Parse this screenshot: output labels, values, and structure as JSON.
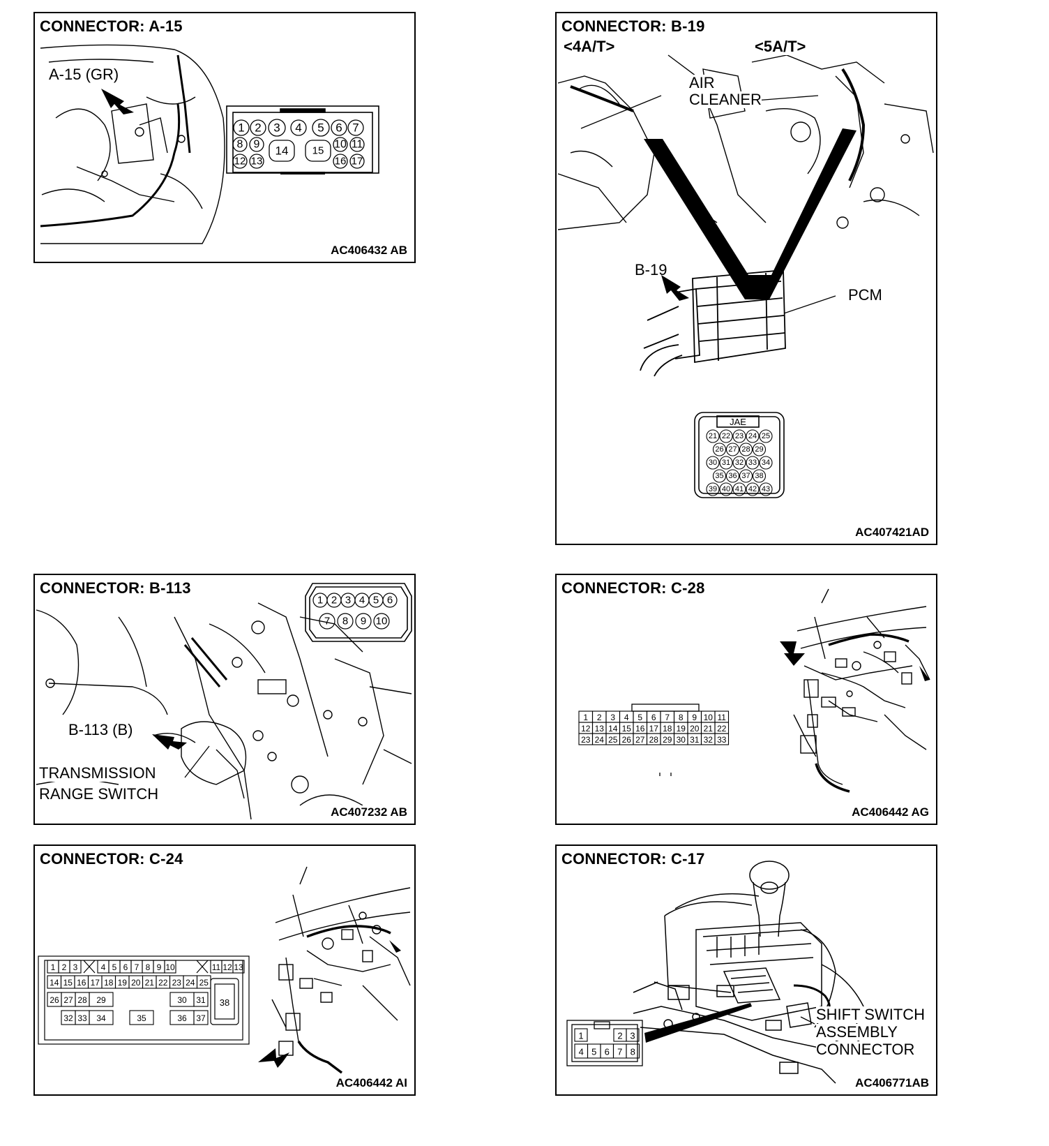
{
  "panels": {
    "a15": {
      "title": "CONNECTOR: A-15",
      "code": "AC406432 AB",
      "label": "A-15 (GR)",
      "pins_row1": [
        "1",
        "2",
        "3",
        "4",
        "5",
        "6",
        "7"
      ],
      "pins_row2": [
        "8",
        "9",
        "14",
        "15",
        "10",
        "11"
      ],
      "pins_row3": [
        "12",
        "13",
        "16",
        "17"
      ]
    },
    "b19": {
      "title": "CONNECTOR: B-19",
      "code": "AC407421AD",
      "variant_left": "<4A/T>",
      "variant_right": "<5A/T>",
      "label_air": "AIR",
      "label_cleaner": "CLEANER",
      "label_conn": "B-19",
      "label_pcm": "PCM",
      "maker": "JAE",
      "pin_rows": [
        [
          "21",
          "22",
          "23",
          "24",
          "25"
        ],
        [
          "26",
          "27",
          "28",
          "29"
        ],
        [
          "30",
          "31",
          "32",
          "33",
          "34"
        ],
        [
          "35",
          "36",
          "37",
          "38"
        ],
        [
          "39",
          "40",
          "41",
          "42",
          "43"
        ]
      ]
    },
    "b113": {
      "title": "CONNECTOR: B-113",
      "code": "AC407232 AB",
      "label_conn": "B-113 (B)",
      "label_line1": "TRANSMISSION",
      "label_line2": "RANGE SWITCH",
      "pins_row1": [
        "1",
        "2",
        "3",
        "4",
        "5",
        "6"
      ],
      "pins_row2": [
        "7",
        "8",
        "9",
        "10"
      ]
    },
    "c28": {
      "title": "CONNECTOR: C-28",
      "code": "AC406442 AG",
      "pin_rows": [
        [
          "1",
          "2",
          "3",
          "4",
          "5",
          "6",
          "7",
          "8",
          "9",
          "10",
          "11"
        ],
        [
          "12",
          "13",
          "14",
          "15",
          "16",
          "17",
          "18",
          "19",
          "20",
          "21",
          "22"
        ],
        [
          "23",
          "24",
          "25",
          "26",
          "27",
          "28",
          "29",
          "30",
          "31",
          "32",
          "33"
        ]
      ]
    },
    "c24": {
      "title": "CONNECTOR: C-24",
      "code": "AC406442 AI",
      "row1": [
        "1",
        "2",
        "3",
        "4",
        "5",
        "6",
        "7",
        "8",
        "9",
        "10",
        "11",
        "12",
        "13"
      ],
      "row2": [
        "14",
        "15",
        "16",
        "17",
        "18",
        "19",
        "20",
        "21",
        "22",
        "23",
        "24",
        "25"
      ],
      "row3": [
        "26",
        "27",
        "28",
        "29",
        "30",
        "31"
      ],
      "row4": [
        "32",
        "33",
        "34",
        "35",
        "36",
        "37"
      ],
      "big_pin": "38"
    },
    "c17": {
      "title": "CONNECTOR: C-17",
      "code": "AC406771AB",
      "label_line1": "SHIFT SWITCH",
      "label_line2": "ASSEMBLY",
      "label_line3": "CONNECTOR",
      "pins_row1": [
        "1",
        "2",
        "3"
      ],
      "pins_row2": [
        "4",
        "5",
        "6",
        "7",
        "8"
      ]
    }
  }
}
